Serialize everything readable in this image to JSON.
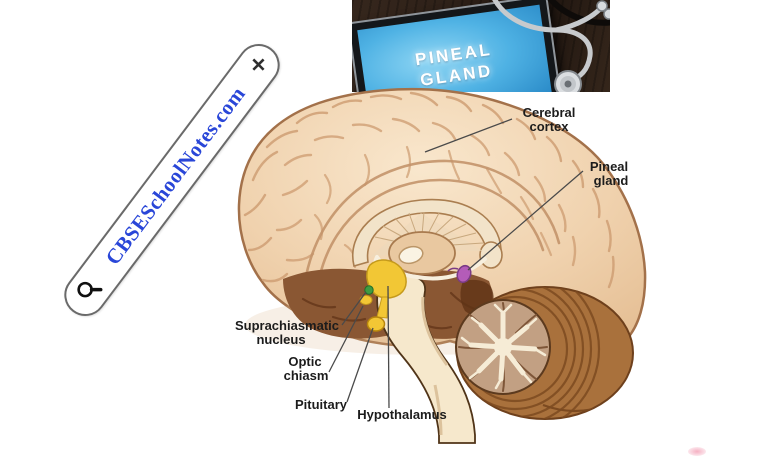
{
  "watermark": {
    "text": "CBSESchoolNotes.com",
    "close_glyph": "✕",
    "text_color": "#2946d8"
  },
  "photo": {
    "title_line1": "PINEAL",
    "title_line2": "GLAND",
    "screen_color": "#4fb2e4"
  },
  "diagram": {
    "labels": {
      "cerebral_cortex": {
        "line1": "Cerebral",
        "line2": "cortex"
      },
      "pineal_gland": {
        "line1": "Pineal",
        "line2": "gland"
      },
      "suprachiasmatic_nucleus": {
        "line1": "Suprachiasmatic",
        "line2": "nucleus"
      },
      "optic_chiasm": {
        "line1": "Optic",
        "line2": "chiasm"
      },
      "pituitary": {
        "label": "Pituitary"
      },
      "hypothalamus": {
        "label": "Hypothalamus"
      }
    },
    "colors": {
      "pineal_gland": "#b45cb8",
      "hypothalamus": "#f2c735",
      "suprachiasmatic_nucleus": "#3f9b42",
      "pituitary": "#f2c735",
      "cortex": "#f0d2ae"
    }
  }
}
